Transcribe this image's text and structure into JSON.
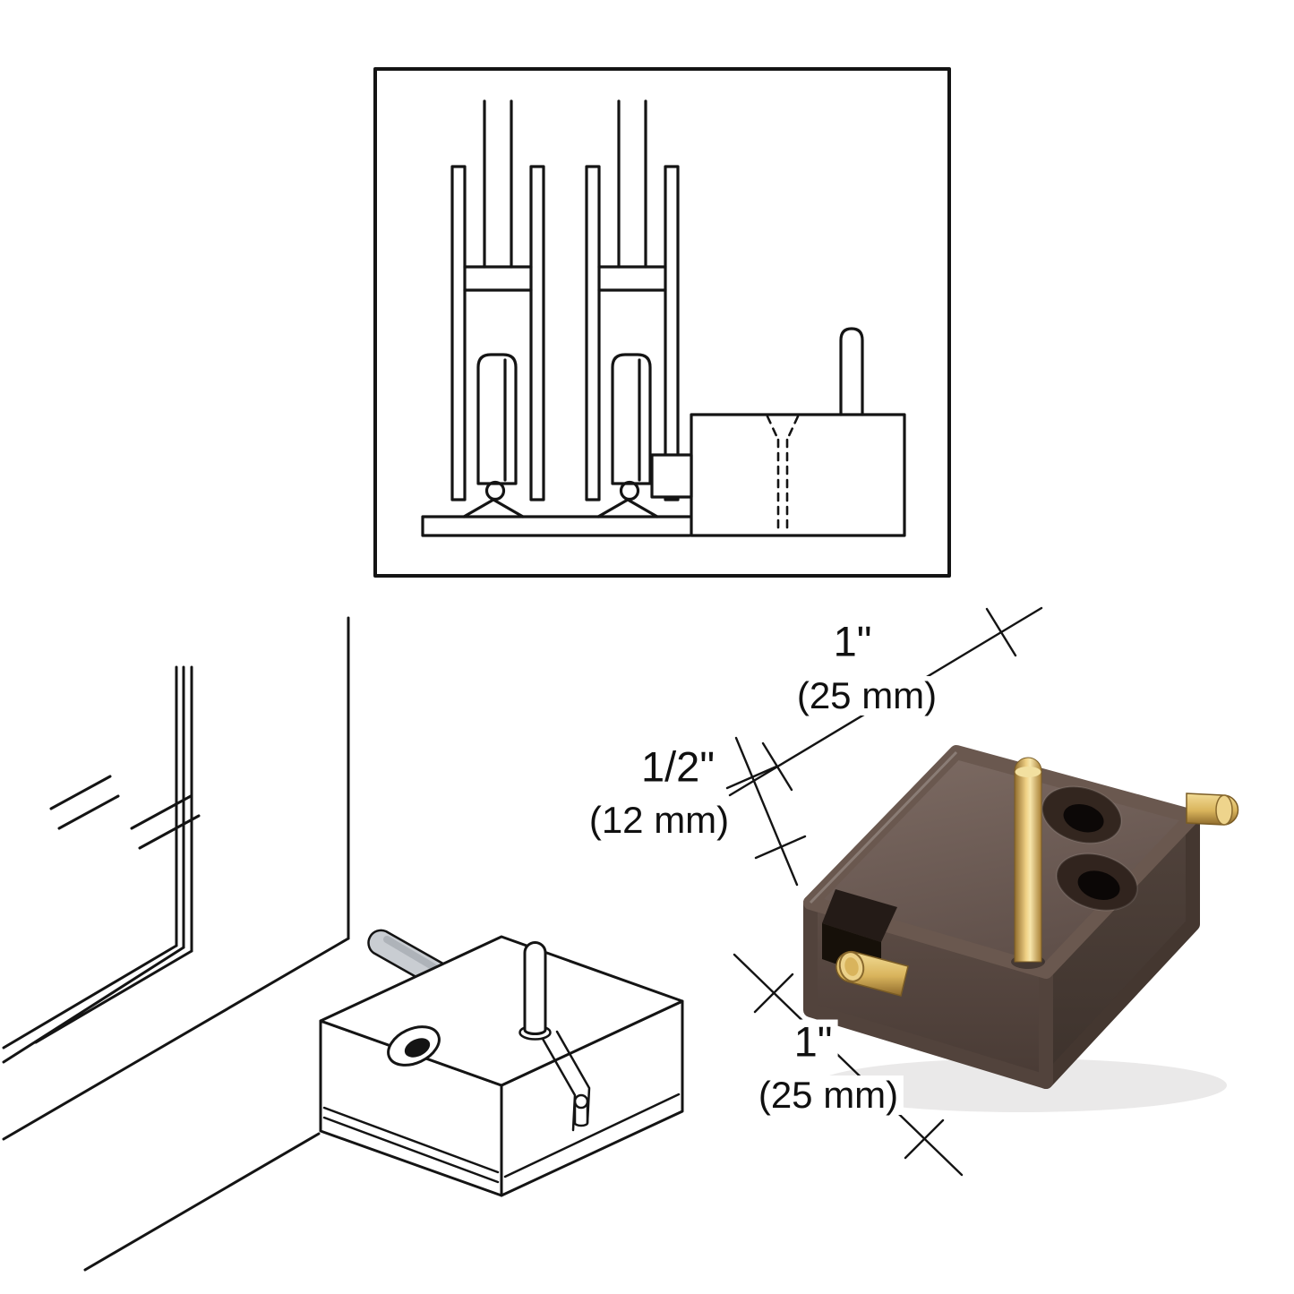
{
  "labels": {
    "width_in": "1\"",
    "width_mm": "(25 mm)",
    "height_in": "1/2\"",
    "height_mm": "(12 mm)",
    "depth_in": "1\"",
    "depth_mm": "(25 mm)"
  },
  "colors": {
    "line": "#141414",
    "background": "#ffffff",
    "block_top": "#6e5b53",
    "block_front": "#57473f",
    "block_side": "#483a33",
    "brass": "#dcb866",
    "steel_rod": "#c9cdd2"
  },
  "figures": {
    "top_inset": "cross-section-installation-diagram",
    "bottom_left": "isometric-installation-drawing",
    "right": "product-photo-door-stop-block"
  }
}
